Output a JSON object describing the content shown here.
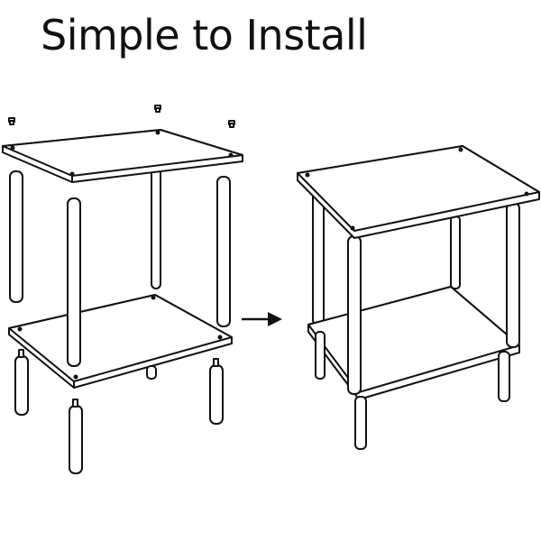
{
  "header": {
    "title": "Simple to Install"
  },
  "diagram": {
    "type": "assembly-instruction",
    "steps": [
      {
        "id": "exploded-view",
        "label": "Unassembled parts: top shelf, bottom shelf, 4 upper poles, 4 lower legs, 4 screw caps"
      },
      {
        "id": "arrow",
        "label": "to"
      },
      {
        "id": "assembled-view",
        "label": "Assembled two-tier side table"
      }
    ],
    "colors": {
      "line": "#111111",
      "background": "#ffffff"
    }
  }
}
